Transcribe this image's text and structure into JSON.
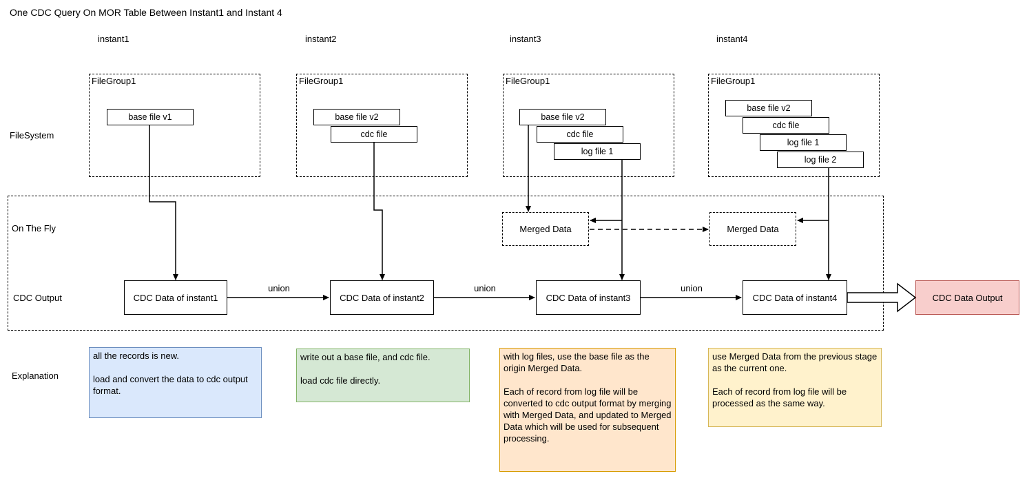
{
  "title": "One CDC Query On MOR Table Between Instant1 and Instant 4",
  "row_labels": {
    "filesystem": "FileSystem",
    "on_the_fly": "On The Fly",
    "cdc_output": "CDC Output",
    "explanation": "Explanation"
  },
  "columns": [
    {
      "instant": "instant1",
      "filegroup": "FileGroup1",
      "files": [
        "base file v1"
      ],
      "cdc_label": "CDC Data of instant1",
      "explanation": "all the records is new.\n\nload and convert the data to cdc output format."
    },
    {
      "instant": "instant2",
      "filegroup": "FileGroup1",
      "files": [
        "base file v2",
        "cdc file"
      ],
      "cdc_label": "CDC Data of instant2",
      "explanation": "write out a base file, and cdc file.\n\nload cdc file directly."
    },
    {
      "instant": "instant3",
      "filegroup": "FileGroup1",
      "files": [
        "base file v2",
        "cdc file",
        "log file 1"
      ],
      "merged_label": "Merged Data",
      "cdc_label": "CDC Data of instant3",
      "explanation": "with log files, use the base file as the origin Merged Data.\n\nEach of record from log file will be converted to cdc output format by merging with Merged Data, and updated to Merged Data which will be used for subsequent processing."
    },
    {
      "instant": "instant4",
      "filegroup": "FileGroup1",
      "files": [
        "base file v2",
        "cdc file",
        "log file 1",
        "log file 2"
      ],
      "merged_label": "Merged Data",
      "cdc_label": "CDC Data of instant4",
      "explanation": "use Merged Data from the previous stage as the current one.\n\nEach of record from log file will be processed as the same way."
    }
  ],
  "union_labels": [
    "union",
    "union",
    "union"
  ],
  "output": {
    "label": "CDC Data Output"
  },
  "colors": {
    "blue_fill": "#dae8fc",
    "blue_border": "#6c8ebf",
    "green_fill": "#d5e8d4",
    "green_border": "#82b366",
    "orange_fill": "#ffe6cc",
    "orange_border": "#d79b00",
    "yellow_fill": "#fff2cc",
    "yellow_border": "#d6b656",
    "red_fill": "#f8cecc",
    "red_border": "#b85450",
    "line": "#000000"
  }
}
